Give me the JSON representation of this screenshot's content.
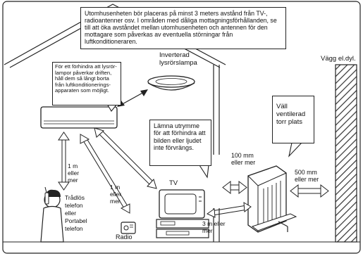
{
  "notes": {
    "top_notice": "Utomhusenheten bör placeras på minst 3 meters avstånd från TV-, radioantenner osv. I områden med dåliga mottagningsförhållanden, se till att öka avståndet mellan utomhusenheten och antennen för den mottagare som påverkas av eventuella störningar från luftkonditioneraren.",
    "fluorescent_note": "För ett förhindra att lysrör-lampor påverkar driften, håll dem så långt borta från luftkonditionerings-apparaten som möjligt.",
    "tv_note": "Lämna utrymme för att förhindra att bilden eller ljudet inte förvrängs.",
    "outdoor_note": "Väll ventilerad torr plats"
  },
  "labels": {
    "inverter_lamp": "Inverterad lysrörslampa",
    "wall": "Vägg el.dyl.",
    "dist_phone": "1 m eller mer",
    "dist_radio": "1 m eller mer",
    "phone": "Trådlös telefon eller Portabel telefon",
    "radio": "Radio",
    "tv": "TV",
    "dist_outdoor": "3 m eller mer",
    "dist_100": "100 mm eller mer",
    "dist_500": "500 mm eller mer"
  },
  "colors": {
    "line": "#222222",
    "roof_fill": "#ffffff",
    "hatch": "#333333"
  }
}
